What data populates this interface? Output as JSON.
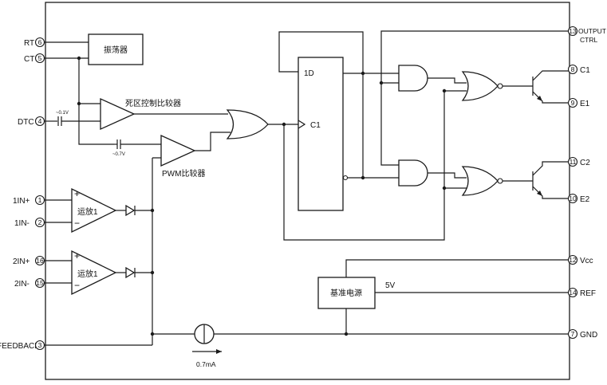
{
  "pins": {
    "rt": {
      "num": "6",
      "label": "RT"
    },
    "ct": {
      "num": "5",
      "label": "CT"
    },
    "dtc": {
      "num": "4",
      "label": "DTC"
    },
    "in1p": {
      "num": "1",
      "label": "1IN+"
    },
    "in1n": {
      "num": "2",
      "label": "1IN-"
    },
    "in2p": {
      "num": "16",
      "label": "2IN+"
    },
    "in2n": {
      "num": "15",
      "label": "2IN-"
    },
    "feedback": {
      "num": "3",
      "label": "FEEDBACK"
    },
    "outctrl": {
      "num": "13",
      "label1": "OUTPUT",
      "label2": "CTRL"
    },
    "c1": {
      "num": "8",
      "label": "C1"
    },
    "e1": {
      "num": "9",
      "label": "E1"
    },
    "c2": {
      "num": "11",
      "label": "C2"
    },
    "e2": {
      "num": "10",
      "label": "E2"
    },
    "vcc": {
      "num": "12",
      "label": "Vcc"
    },
    "ref": {
      "num": "14",
      "label": "REF"
    },
    "gnd": {
      "num": "7",
      "label": "GND"
    }
  },
  "blocks": {
    "oscillator": "振荡器",
    "dead_time_comparator": "死区控制比较器",
    "pwm_comparator": "PWM比较器",
    "error_amp1": "运放1",
    "error_amp2": "运放1",
    "reference": "基准电源",
    "flipflop_d": "1D",
    "flipflop_clk": "C1"
  },
  "annotations": {
    "dtc_offset": "~0.1V",
    "pwm_offset": "~0.7V",
    "ref_voltage": "5V",
    "current_source": "0.7mA",
    "amp1_plus": "+",
    "amp1_minus": "−",
    "amp2_plus": "+",
    "amp2_minus": "−"
  }
}
